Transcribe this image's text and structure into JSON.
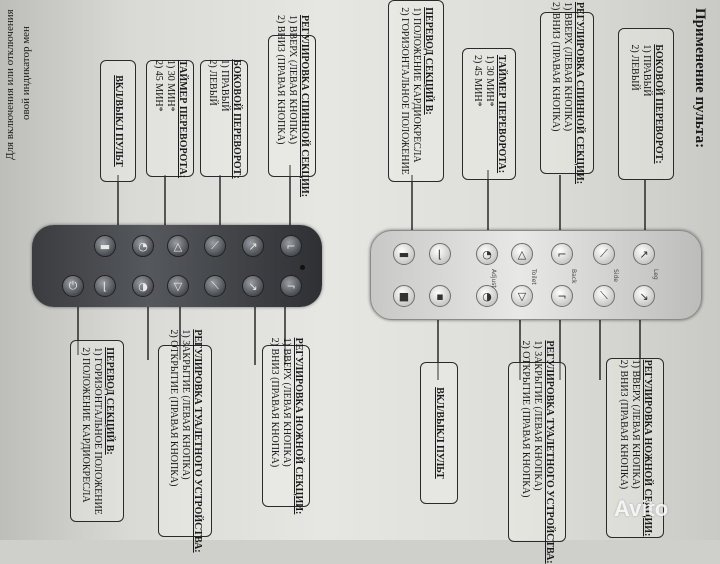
{
  "page_heading": "Применение пульта:",
  "left_margin_text": "Для включения или отключения",
  "left_margin_text2": "овой индикатор мен",
  "callouts": {
    "r_side_turn": {
      "title": "БОКОВОЙ ПЕРЕВОРОТ:",
      "l1": "1) ПРАВЫЙ",
      "l2": "2) ЛЕВЫЙ"
    },
    "r_back": {
      "title": "РЕГУЛИРОВКА СПИННОЙ СЕКЦИИ:",
      "l1": "1) ВВЕРХ (ЛЕВАЯ КНОПКА)",
      "l2": "2) ВНИЗ (ПРАВАЯ КНОПКА)"
    },
    "r_timer": {
      "title": "ТАЙМЕР ПЕРЕВОРОТА:",
      "l1": "1) 30 МИН*",
      "l2": "2) 45 МИН*"
    },
    "r_section": {
      "title": "ПЕРЕВОД СЕКЦИЙ В:",
      "l1": "1) ПОЛОЖЕНИЕ КАРДИОКРЕСЛА",
      "l2": "2) ГОРИЗОНТАЛЬНОЕ ПОЛОЖЕНИЕ"
    },
    "r_leg": {
      "title": "РЕГУЛИРОВКА НОЖНОЙ СЕКЦИИ:",
      "l1": "1) ВВЕРХ (ЛЕВАЯ КНОПКА)",
      "l2": "2) ВНИЗ (ПРАВАЯ КНОПКА)"
    },
    "r_toilet": {
      "title": "РЕГУЛИРОВКА ТУАЛЕТНОГО УСТРОЙСТВА:",
      "l1": "1) ЗАКРЫТИЕ (ЛЕВАЯ КНОПКА)",
      "l2": "2) ОТКРЫТИЕ (ПРАВАЯ КНОПКА)"
    },
    "r_power": {
      "title": "ВКЛ/ВЫКЛ ПУЛЬТ"
    },
    "l_back": {
      "title": "РЕГУЛИРОВКА СПИННОЙ СЕКЦИИ:",
      "l1": "1) ВВЕРХ (ЛЕВАЯ КНОПКА)",
      "l2": "2) ВНИЗ (ПРАВАЯ КНОПКА)"
    },
    "l_side_turn": {
      "title": "БОКОВОЙ ПЕРЕВОРОТ:",
      "l1": "1) ПРАВЫЙ",
      "l2": "2) ЛЕВЫЙ"
    },
    "l_timer": {
      "title": "ТАЙМЕР ПЕРЕВОРОТА:",
      "l1": "1) 30 МИН*",
      "l2": "2) 45 МИН*"
    },
    "l_power": {
      "title": "ВКЛ/ВЫКЛ ПУЛЬТ"
    },
    "l_leg": {
      "title": "РЕГУЛИРОВКА НОЖНОЙ СЕКЦИИ:",
      "l1": "1) ВВЕРХ (ЛЕВАЯ КНОПКА)",
      "l2": "2) ВНИЗ (ПРАВАЯ КНОПКА)"
    },
    "l_toilet": {
      "title": "РЕГУЛИРОВКА ТУАЛЕТНОГО УСТРОЙСТВА:",
      "l1": "1) ЗАКРЫТИЕ (ЛЕВАЯ КНОПКА)",
      "l2": "2) ОТКРЫТИЕ (ПРАВАЯ КНОПКА)"
    },
    "l_section": {
      "title": "ПЕРЕВОД СЕКЦИЙ В:",
      "l1": "1) ГОРИЗОНТАЛЬНОЕ ПОЛОЖЕНИЕ",
      "l2": "2) ПОЛОЖЕНИЕ КАРДИОКРЕСЛА"
    }
  },
  "remote_labels": {
    "leg": "Leg",
    "back": "Back",
    "side": "Side",
    "toilet": "Toilet",
    "adjust": "Adjust"
  },
  "watermark": "Avito",
  "colors": {
    "paper": "#e2e2df",
    "remote_dark": "#45484c",
    "remote_light": "#dededc",
    "ink": "#1a1a1a"
  }
}
